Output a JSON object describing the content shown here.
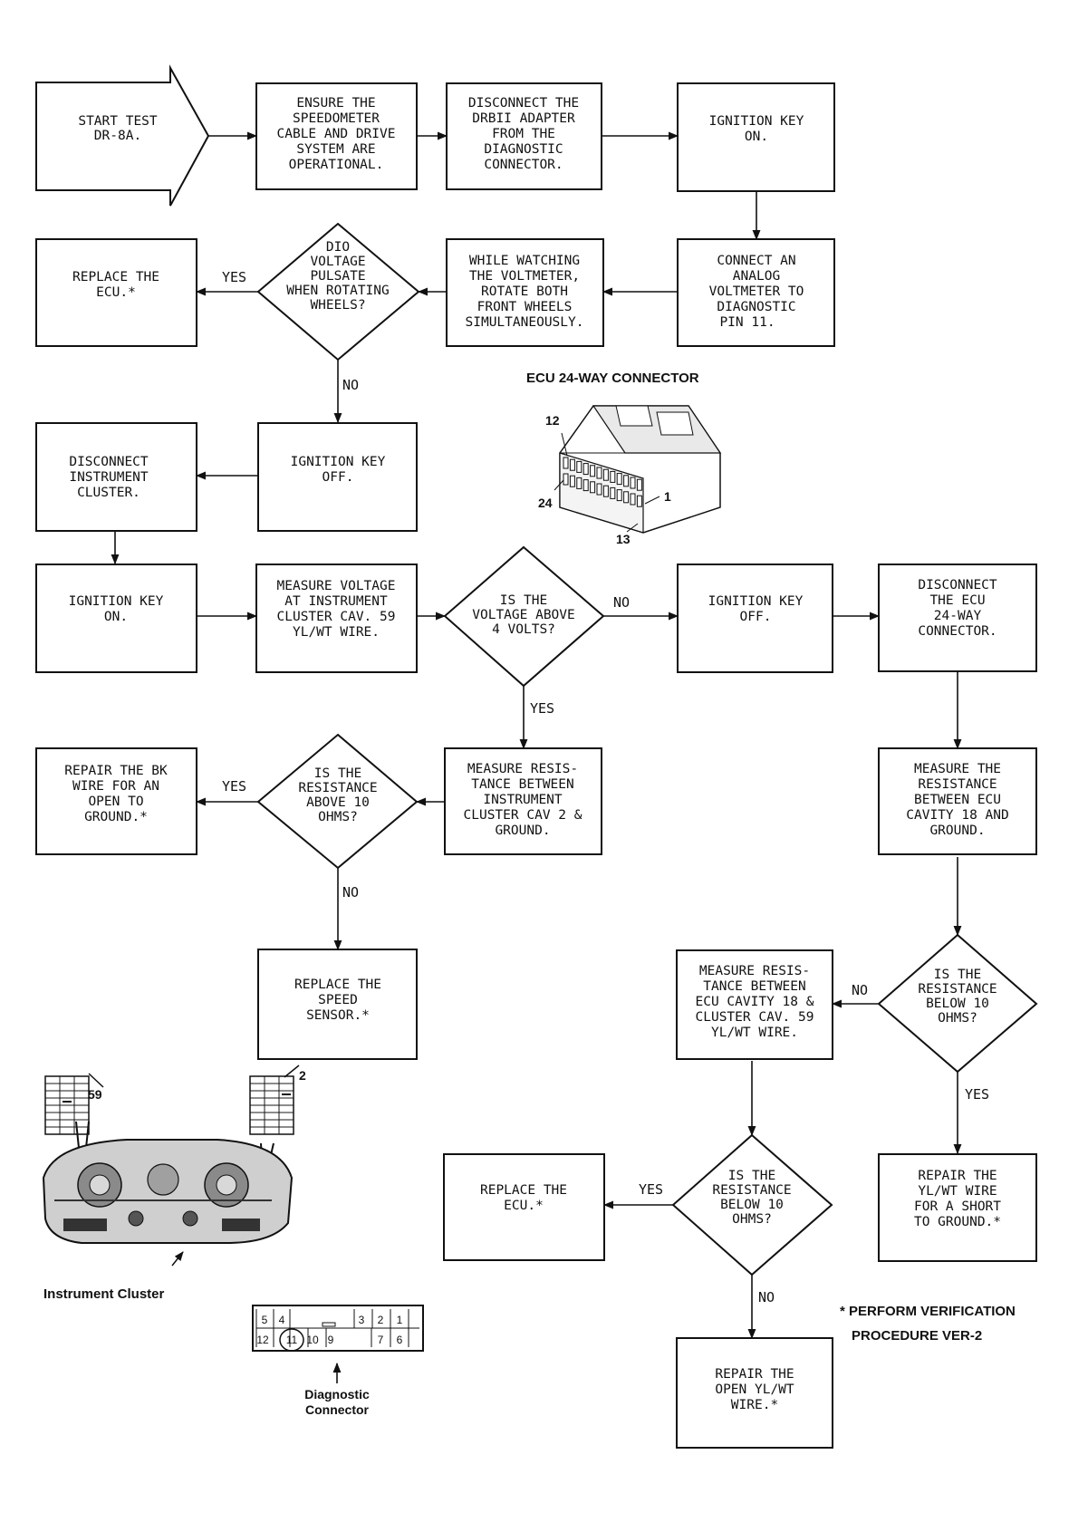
{
  "nodes": {
    "start": [
      "START TEST",
      "DR-8A."
    ],
    "ensure": [
      "ENSURE THE",
      "SPEEDOMETER",
      "CABLE AND DRIVE",
      "SYSTEM ARE",
      "OPERATIONAL."
    ],
    "disconnect_drb": [
      "DISCONNECT THE",
      "DRBII ADAPTER",
      "FROM THE",
      "DIAGNOSTIC",
      "CONNECTOR."
    ],
    "ign_on_1": [
      "IGNITION KEY",
      "ON."
    ],
    "connect_voltmeter": [
      "CONNECT AN",
      "ANALOG",
      "VOLTMETER TO",
      "DIAGNOSTIC",
      "PIN 11."
    ],
    "watch_voltmeter": [
      "WHILE WATCHING",
      "THE VOLTMETER,",
      "ROTATE BOTH",
      "FRONT WHEELS",
      "SIMULTANEOUSLY."
    ],
    "dio_decision": [
      "DIO",
      "VOLTAGE",
      "PULSATE",
      "WHEN ROTATING",
      "WHEELS?"
    ],
    "replace_ecu_1": [
      "REPLACE THE",
      "ECU.*"
    ],
    "ign_off_1": [
      "IGNITION KEY",
      "OFF."
    ],
    "disconnect_cluster": [
      "DISCONNECT",
      "INSTRUMENT",
      "CLUSTER."
    ],
    "ign_on_2": [
      "IGNITION KEY",
      "ON."
    ],
    "measure_voltage": [
      "MEASURE VOLTAGE",
      "AT INSTRUMENT",
      "CLUSTER CAV. 59",
      "YL/WT WIRE."
    ],
    "voltage_decision": [
      "IS THE",
      "VOLTAGE ABOVE",
      "4 VOLTS?"
    ],
    "ign_off_2": [
      "IGNITION KEY",
      "OFF."
    ],
    "disconnect_ecu": [
      "DISCONNECT",
      "THE ECU",
      "24-WAY",
      "CONNECTOR."
    ],
    "measure_res_cluster": [
      "MEASURE RESIS-",
      "TANCE BETWEEN",
      "INSTRUMENT",
      "CLUSTER CAV 2 &",
      "GROUND."
    ],
    "res_decision_1": [
      "IS THE",
      "RESISTANCE",
      "ABOVE 10",
      "OHMS?"
    ],
    "repair_bk": [
      "REPAIR THE BK",
      "WIRE FOR AN",
      "OPEN TO",
      "GROUND.*"
    ],
    "replace_sensor": [
      "REPLACE THE",
      "SPEED",
      "SENSOR.*"
    ],
    "measure_res_ecu": [
      "MEASURE THE",
      "RESISTANCE",
      "BETWEEN ECU",
      "CAVITY 18 AND",
      "GROUND."
    ],
    "res_decision_2": [
      "IS THE",
      "RESISTANCE",
      "BELOW 10",
      "OHMS?"
    ],
    "measure_res_ecu_cluster": [
      "MEASURE RESIS-",
      "TANCE BETWEEN",
      "ECU CAVITY 18 &",
      "CLUSTER CAV. 59",
      "YL/WT WIRE."
    ],
    "repair_short": [
      "REPAIR THE",
      "YL/WT WIRE",
      "FOR A SHORT",
      "TO GROUND.*"
    ],
    "res_decision_3": [
      "IS THE",
      "RESISTANCE",
      "BELOW 10",
      "OHMS?"
    ],
    "replace_ecu_2": [
      "REPLACE THE",
      "ECU.*"
    ],
    "repair_open": [
      "REPAIR THE",
      "OPEN YL/WT",
      "WIRE.*"
    ]
  },
  "edge_labels": {
    "yes": "YES",
    "no": "NO"
  },
  "captions": {
    "ecu_connector": "ECU 24-WAY CONNECTOR",
    "instrument_cluster": "Instrument Cluster",
    "diagnostic_connector": [
      "Diagnostic",
      "Connector"
    ],
    "verification": [
      "* PERFORM VERIFICATION",
      "PROCEDURE VER-2"
    ]
  },
  "pin_labels": {
    "ecu": [
      "12",
      "24",
      "1",
      "13"
    ],
    "cluster": [
      "59",
      "2"
    ],
    "diag_top": [
      "5",
      "4",
      "3",
      "2",
      "1"
    ],
    "diag_bottom": [
      "12",
      "11",
      "10",
      "9",
      "7",
      "6"
    ]
  }
}
